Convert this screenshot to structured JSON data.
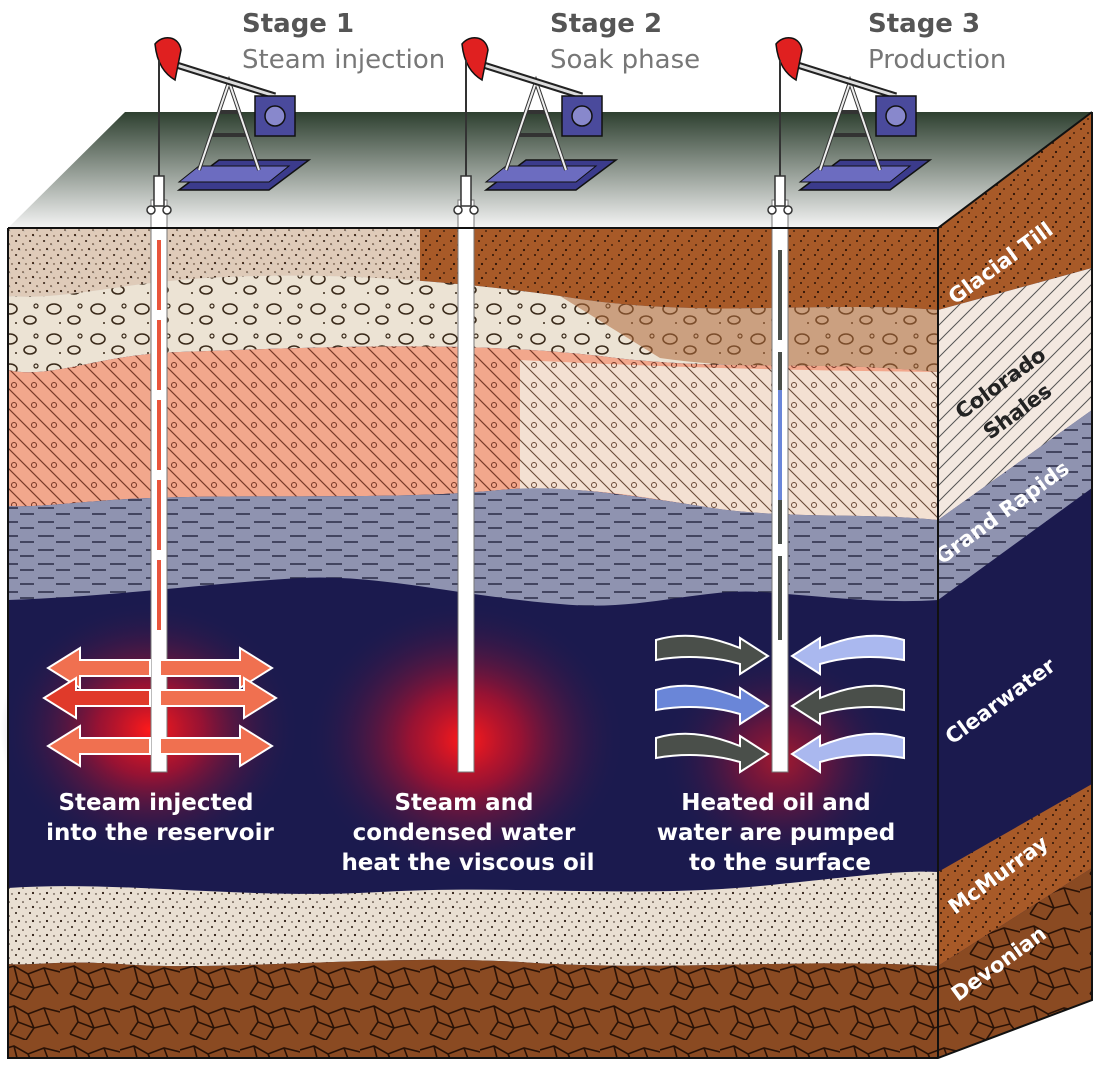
{
  "stages": [
    {
      "title": "Stage 1",
      "subtitle": "Steam injection",
      "caption": [
        "Steam injected",
        "into the reservoir"
      ]
    },
    {
      "title": "Stage 2",
      "subtitle": "Soak phase",
      "caption": [
        "Steam and",
        "condensed water",
        "heat the viscous oil"
      ]
    },
    {
      "title": "Stage 3",
      "subtitle": "Production",
      "caption": [
        "Heated oil and",
        "water are pumped",
        "to the surface"
      ]
    }
  ],
  "layers": [
    {
      "name": "Glacial Till"
    },
    {
      "name": "Colorado",
      "name2": "Shales"
    },
    {
      "name": "Grand Rapids"
    },
    {
      "name": "Clearwater"
    },
    {
      "name": "McMurray"
    },
    {
      "name": "Devonian"
    }
  ],
  "colors": {
    "reservoir": "#1b1a4e",
    "steam": "#e8553c",
    "oil": "#4a4f4a",
    "water": "#6a86d8",
    "heat": "#ff1a1a"
  }
}
